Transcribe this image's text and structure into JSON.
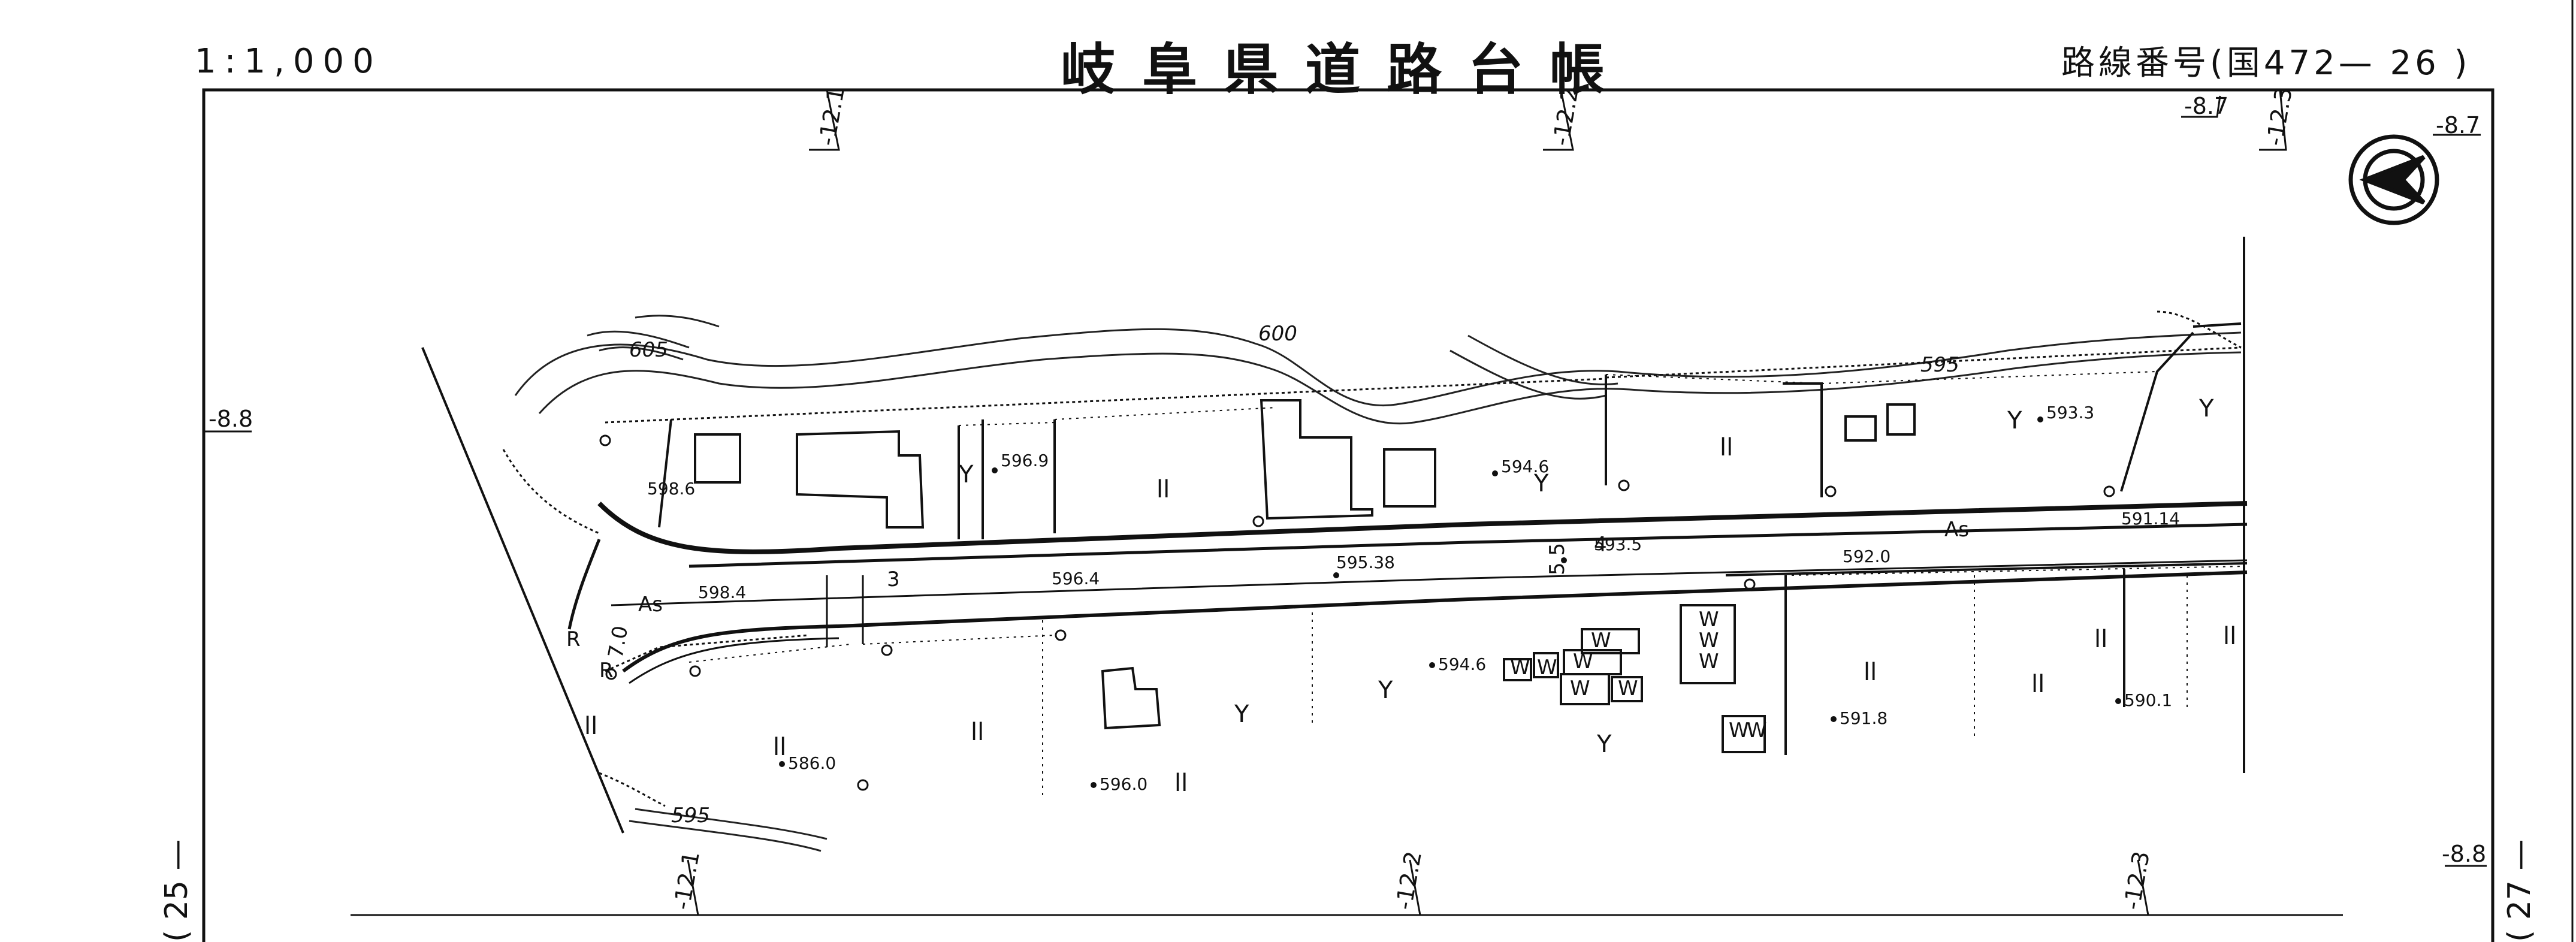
{
  "header": {
    "scale": "1:1,000",
    "title": "岐阜県道路台帳",
    "route_number": "路線番号(国472— 26 )"
  },
  "adjacent_sheets": {
    "previous": "( 25 —",
    "next": "( 27 —"
  },
  "icons": {
    "north_arrow": "north-arrow-icon"
  },
  "grid_values": [
    "-12.1",
    "-12.2",
    "-12.3",
    "-8.7",
    "-8.8",
    "-8.8",
    "-8.7",
    "-12.1",
    "-12.2",
    "-12.3"
  ],
  "contours": [
    "605",
    "600",
    "595",
    "595"
  ],
  "road_labels": [
    "As",
    "As",
    "3",
    "5.5",
    "4",
    "R",
    "R",
    "7.0"
  ],
  "land_use": [
    "Y",
    "Y",
    "Y",
    "Y",
    "Y",
    "Y",
    "Y",
    "ll",
    "ll",
    "ll",
    "ll",
    "ll",
    "ll",
    "ll",
    "ll",
    "ll",
    "ll"
  ],
  "spot_heights": [
    "598.6",
    "596.9",
    "594.6",
    "593.3",
    "598.4",
    "596.4",
    "595.38",
    "593.5",
    "592.0",
    "591.14",
    "594.6",
    "586.0",
    "596.0",
    "591.8",
    "590.1"
  ]
}
